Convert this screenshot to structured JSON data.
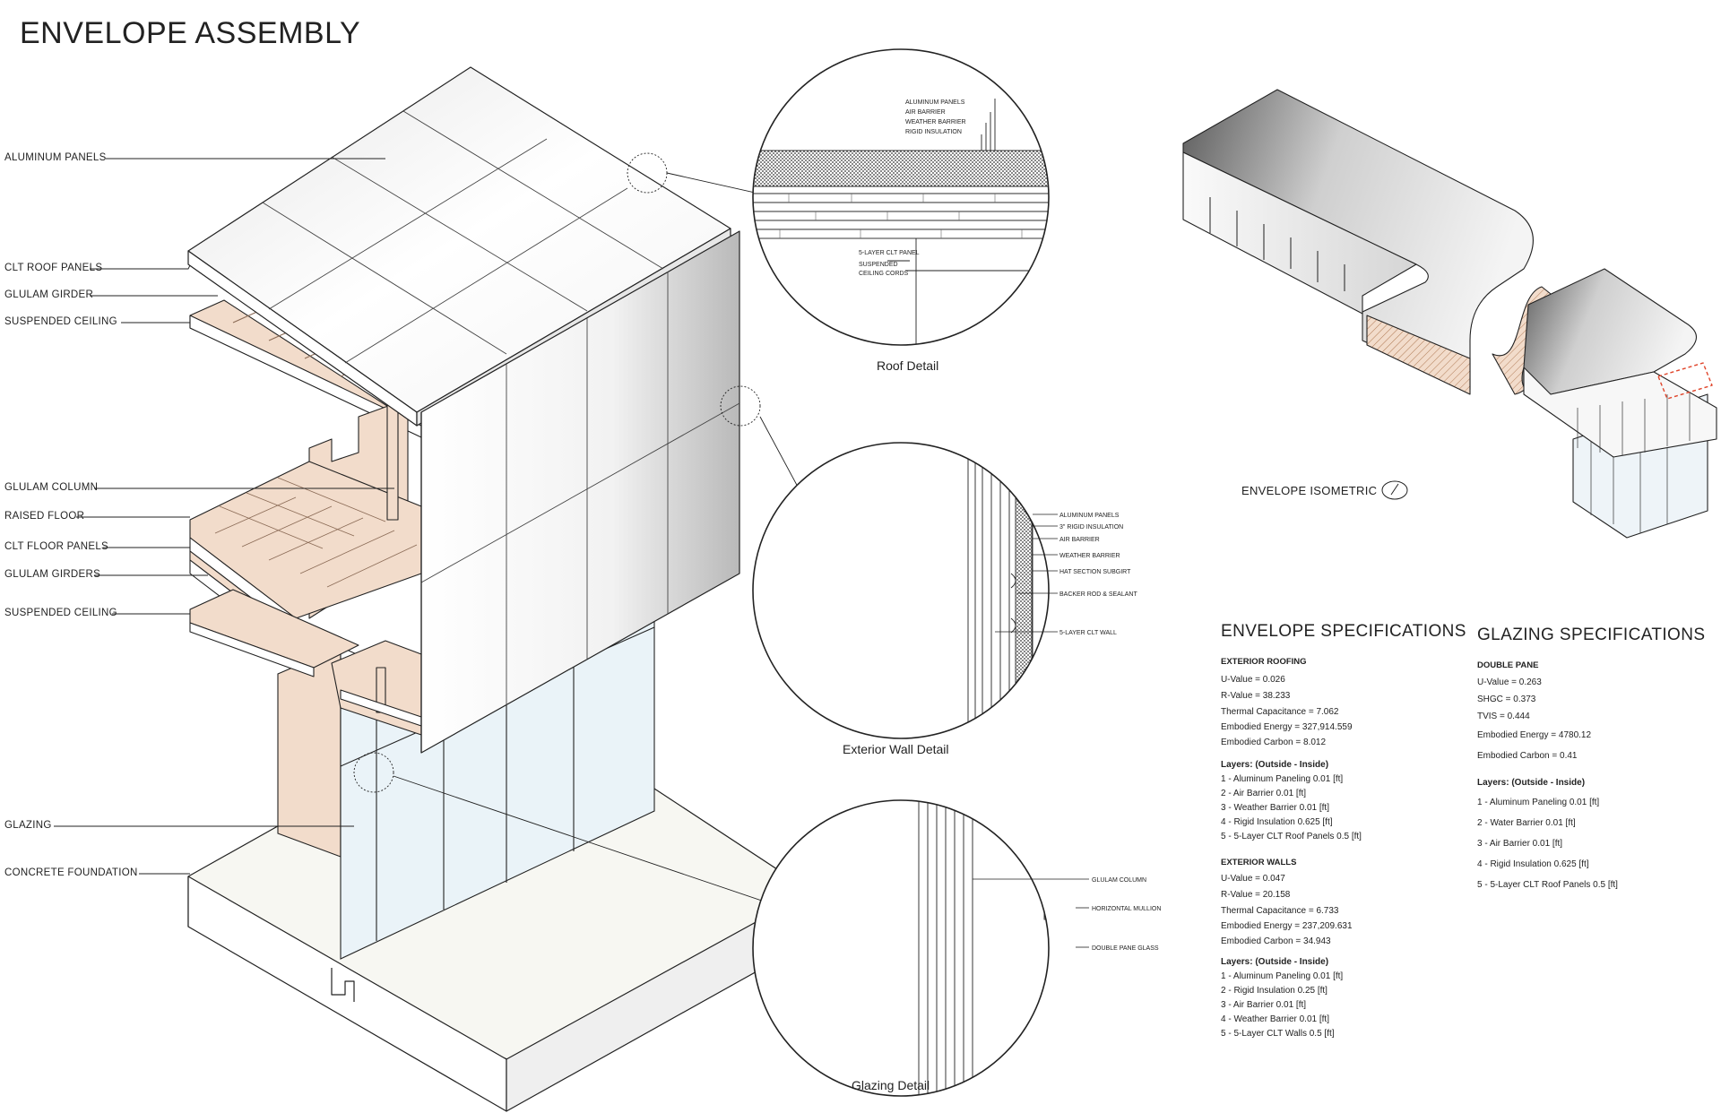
{
  "title": "ENVELOPE ASSEMBLY",
  "callouts": {
    "aluminum_panels": "ALUMINUM PANELS",
    "clt_roof_panels": "CLT ROOF PANELS",
    "glulam_girder": "GLULAM GIRDER",
    "suspended_ceiling_1": "SUSPENDED CEILING",
    "glulam_column": "GLULAM COLUMN",
    "raised_floor": "RAISED FLOOR",
    "clt_floor_panels": "CLT FLOOR PANELS",
    "glulam_girders": "GLULAM GIRDERS",
    "suspended_ceiling_2": "SUSPENDED CEILING",
    "glazing": "GLAZING",
    "concrete_foundation": "CONCRETE FOUNDATION"
  },
  "roof_detail": {
    "caption": "Roof Detail",
    "labels": [
      "ALUMINUM PANELS",
      "AIR BARRIER",
      "WEATHER BARRIER",
      "RIGID INSULATION",
      "5-LAYER CLT PANEL",
      "SUSPENDED",
      "CEILING CORDS"
    ]
  },
  "wall_detail": {
    "caption": "Exterior Wall Detail",
    "labels": [
      "ALUMINUM PANELS",
      "3\" RIGID INSULATION",
      "AIR BARRIER",
      "WEATHER BARRIER",
      "HAT SECTION SUBGIRT",
      "BACKER ROD & SEALANT",
      "5-LAYER CLT WALL"
    ]
  },
  "glazing_detail": {
    "caption": "Glazing Detail",
    "labels": [
      "GLULAM COLUMN",
      "HORIZONTAL MULLION",
      "DOUBLE PANE GLASS"
    ]
  },
  "isometric": {
    "caption": "ENVELOPE ISOMETRIC"
  },
  "envelope_specs": {
    "heading": "ENVELOPE SPECIFICATIONS",
    "roofing": {
      "title": "EXTERIOR ROOFING",
      "lines": [
        "U-Value = 0.026",
        "R-Value = 38.233",
        "Thermal Capacitance = 7.062",
        "Embodied Energy = 327,914.559",
        "Embodied Carbon = 8.012"
      ],
      "layers_title": "Layers: (Outside - Inside)",
      "layers": [
        "1 - Aluminum Paneling 0.01 [ft]",
        "2 - Air Barrier 0.01 [ft]",
        "3 - Weather Barrier 0.01 [ft]",
        "4 - Rigid Insulation 0.625 [ft]",
        "5 - 5-Layer CLT Roof Panels 0.5 [ft]"
      ]
    },
    "walls": {
      "title": "EXTERIOR WALLS",
      "lines": [
        "U-Value = 0.047",
        "R-Value = 20.158",
        "Thermal Capacitance = 6.733",
        "Embodied Energy = 237,209.631",
        "Embodied Carbon = 34.943"
      ],
      "layers_title": "Layers: (Outside - Inside)",
      "layers": [
        "1 - Aluminum Paneling 0.01 [ft]",
        "2 - Rigid Insulation 0.25 [ft]",
        "3 - Air Barrier 0.01 [ft]",
        "4 - Weather Barrier 0.01 [ft]",
        "5 - 5-Layer CLT Walls 0.5 [ft]"
      ]
    }
  },
  "glazing_specs": {
    "heading": "GLAZING SPECIFICATIONS",
    "title": "DOUBLE PANE",
    "lines": [
      "U-Value = 0.263",
      "SHGC = 0.373",
      "TVIS = 0.444",
      "Embodied Energy = 4780.12",
      "Embodied Carbon = 0.41"
    ],
    "layers_title": "Layers: (Outside - Inside)",
    "layers": [
      "1 - Aluminum Paneling 0.01 [ft]",
      "2 - Water Barrier 0.01 [ft]",
      "3 - Air Barrier 0.01 [ft]",
      "4 - Rigid Insulation 0.625 [ft]",
      "5 - 5-Layer CLT Roof Panels 0.5 [ft]"
    ]
  },
  "colors": {
    "wood": "#f2dccb",
    "glass": "#eaf3f8",
    "line": "#222222",
    "highlight": "#e0452b"
  }
}
